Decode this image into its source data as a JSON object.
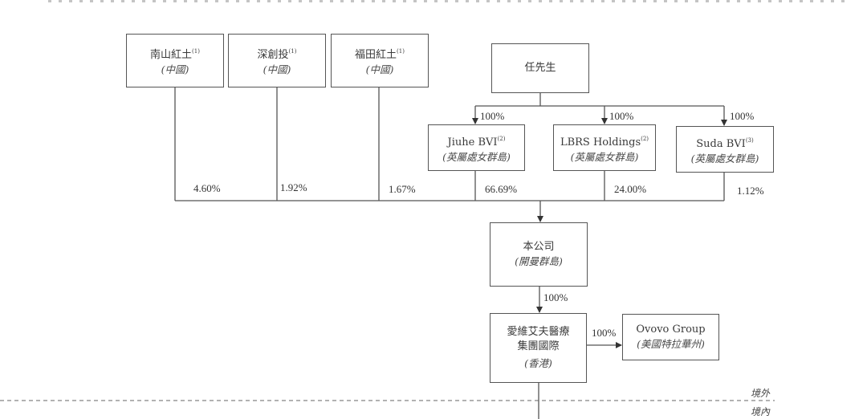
{
  "diagram": {
    "entities": {
      "nanshan": {
        "name": "南山紅土",
        "note": "(1)",
        "jurisdiction": "(中國)"
      },
      "shenchuang": {
        "name": "深創投",
        "note": "(1)",
        "jurisdiction": "(中國)"
      },
      "futian": {
        "name": "福田紅土",
        "note": "(1)",
        "jurisdiction": "(中國)"
      },
      "mr_ren": {
        "name": "任先生"
      },
      "jiuhe": {
        "name": "Jiuhe BVI",
        "note": "(2)",
        "jurisdiction": "(英屬處女群島)"
      },
      "lbrs": {
        "name": "LBRS Holdings",
        "note": "(2)",
        "jurisdiction": "(英屬處女群島)"
      },
      "suda": {
        "name": "Suda BVI",
        "note": "(3)",
        "jurisdiction": "(英屬處女群島)"
      },
      "company": {
        "name": "本公司",
        "jurisdiction": "(開曼群島)"
      },
      "hk": {
        "name_line1": "愛維艾夫醫療",
        "name_line2": "集團國際",
        "jurisdiction": "(香港)"
      },
      "ovovo": {
        "name": "Ovovo Group",
        "jurisdiction": "(美國特拉華州)"
      }
    },
    "shareholdings": {
      "nanshan_to_company": "4.60%",
      "shenchuang_to_company": "1.92%",
      "futian_to_company": "1.67%",
      "jiuhe_to_company": "66.69%",
      "lbrs_to_company": "24.00%",
      "suda_to_company": "1.12%",
      "ren_to_jiuhe": "100%",
      "ren_to_lbrs": "100%",
      "ren_to_suda": "100%",
      "company_to_hk": "100%",
      "hk_to_ovovo": "100%"
    },
    "zones": {
      "offshore": "境外",
      "onshore": "境內"
    },
    "colors": {
      "line": "#555555",
      "text": "#333333"
    }
  }
}
